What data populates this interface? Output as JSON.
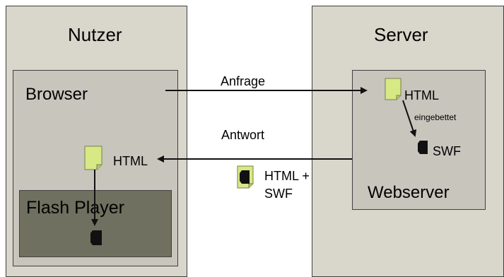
{
  "nutzer": {
    "title": "Nutzer",
    "browser": {
      "title": "Browser",
      "html_label": "HTML",
      "flash_player": {
        "title": "Flash Player"
      }
    }
  },
  "server": {
    "title": "Server",
    "webserver": {
      "title": "Webserver",
      "html_label": "HTML",
      "embedded_label": "eingebettet",
      "swf_label": "SWF"
    }
  },
  "request": {
    "label": "Anfrage"
  },
  "response": {
    "label": "Antwort",
    "payload_line1": "HTML +",
    "payload_line2": "SWF"
  },
  "colors": {
    "panel_fill": "#d9d6cb",
    "inner_panel_fill": "#c8c5bd",
    "flash_fill": "#6f705f",
    "document_icon": "#d6e985",
    "arrow": "#111111"
  }
}
